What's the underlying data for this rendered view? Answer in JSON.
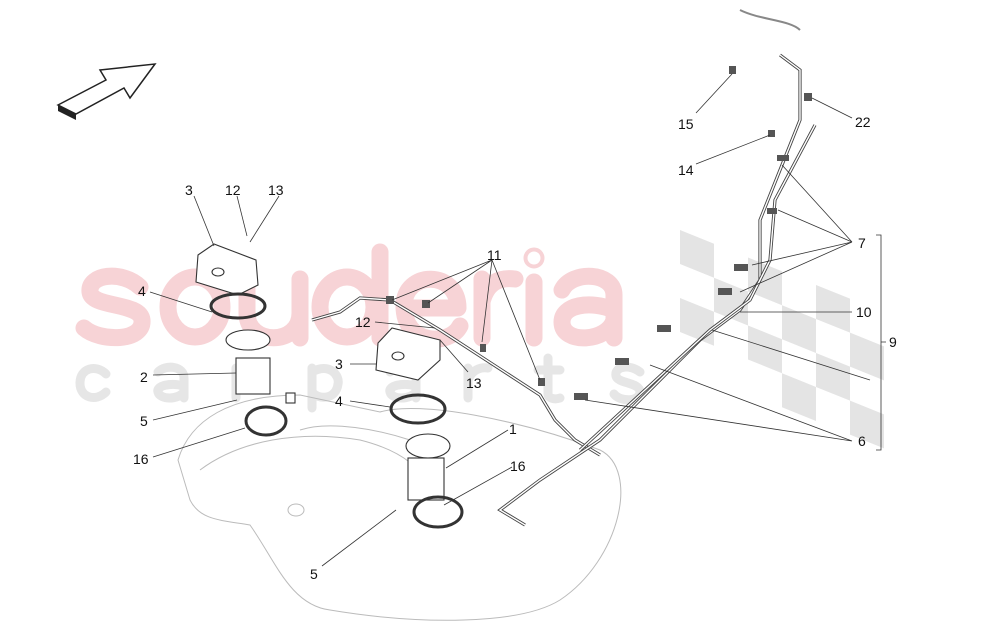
{
  "watermark": {
    "brand": "souderia",
    "sub": "carparts",
    "brand_color": "#f7d3d6",
    "flag_color": "#e2e2e2"
  },
  "arrow": {
    "icon": "direction-arrow-icon"
  },
  "callouts": [
    "3",
    "12",
    "13",
    "4",
    "2",
    "5",
    "16",
    "11",
    "12",
    "3",
    "13",
    "4",
    "1",
    "16",
    "5",
    "15",
    "22",
    "14",
    "7",
    "10",
    "9",
    "6"
  ]
}
